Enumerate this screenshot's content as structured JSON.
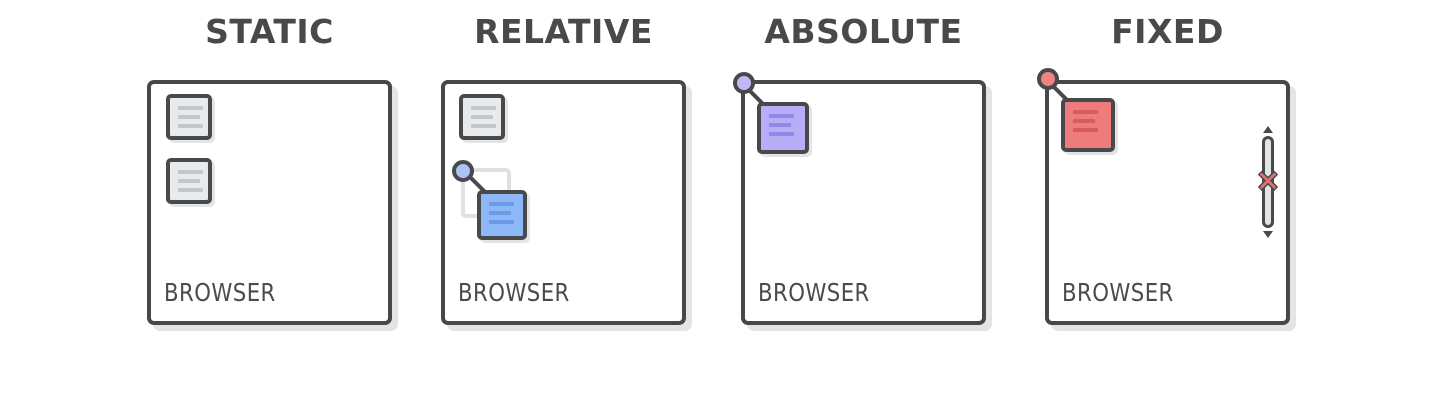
{
  "panels": [
    {
      "title": "STATIC",
      "browser_label": "BROWSER"
    },
    {
      "title": "RELATIVE",
      "browser_label": "BROWSER"
    },
    {
      "title": "ABSOLUTE",
      "browser_label": "BROWSER"
    },
    {
      "title": "FIXED",
      "browser_label": "BROWSER"
    }
  ],
  "colors": {
    "outline": "#47484a",
    "static_block": "#e9eaeb",
    "relative_block": "#8db7f7",
    "absolute_block": "#b7aef5",
    "fixed_block": "#ef7c7c"
  },
  "icons": {
    "document": "document-icon",
    "anchor": "anchor-pin-icon",
    "scrollbar": "scrollbar-icon",
    "cross": "cross-icon"
  }
}
